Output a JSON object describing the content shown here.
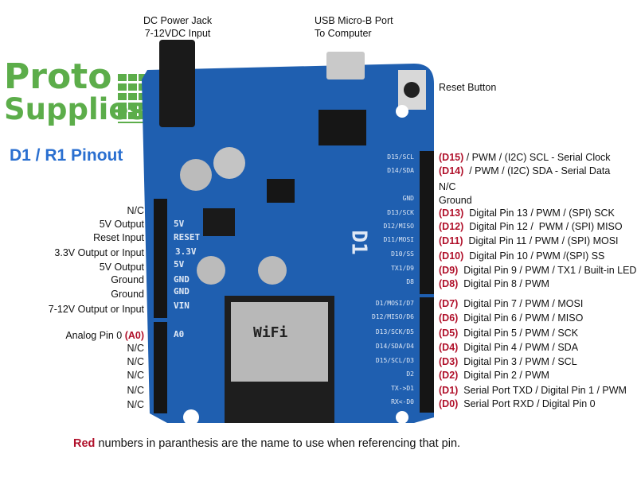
{
  "logo": {
    "line1": "Proto",
    "line2": "Supplies"
  },
  "title": "D1 / R1 Pinout",
  "callouts": {
    "power_jack": [
      "DC Power Jack",
      "7-12VDC Input"
    ],
    "usb": [
      "USB Micro-B Port",
      "To Computer"
    ],
    "reset": "Reset Button"
  },
  "left_pins": [
    {
      "desc": "N/C"
    },
    {
      "desc": "5V Output"
    },
    {
      "desc": "Reset Input"
    },
    {
      "desc": "3.3V Output or Input"
    },
    {
      "desc": "5V Output"
    },
    {
      "desc": "Ground"
    },
    {
      "desc": "Ground"
    },
    {
      "desc": "7-12V Output or Input"
    },
    {
      "desc": "Analog Pin 0",
      "name": "(A0)"
    },
    {
      "desc": "N/C"
    },
    {
      "desc": "N/C"
    },
    {
      "desc": "N/C"
    },
    {
      "desc": "N/C"
    },
    {
      "desc": "N/C"
    }
  ],
  "right_pins": [
    {
      "name": "(D15)",
      "desc": " / PWM / (I2C) SCL - Serial Clock"
    },
    {
      "name": "(D14)",
      "desc": "  / PWM / (I2C) SDA - Serial Data"
    },
    {
      "name": "",
      "desc": "N/C"
    },
    {
      "name": "",
      "desc": "Ground"
    },
    {
      "name": "(D13)",
      "desc": "  Digital Pin 13 / PWM / (SPI) SCK"
    },
    {
      "name": "(D12)",
      "desc": "  Digital Pin 12 /  PWM / (SPI) MISO"
    },
    {
      "name": "(D11)",
      "desc": "  Digital Pin 11 / PWM / (SPI) MOSI"
    },
    {
      "name": "(D10)",
      "desc": "  Digital Pin 10 / PWM /(SPI) SS"
    },
    {
      "name": "(D9)",
      "desc": "  Digital Pin 9 / PWM / TX1 / Built-in LED"
    },
    {
      "name": "(D8)",
      "desc": "  Digital Pin 8 / PWM"
    },
    {
      "name": "(D7)",
      "desc": "  Digital Pin 7 / PWM / MOSI"
    },
    {
      "name": "(D6)",
      "desc": "  Digital Pin 6 / PWM / MISO"
    },
    {
      "name": "(D5)",
      "desc": "  Digital Pin 5 / PWM / SCK"
    },
    {
      "name": "(D4)",
      "desc": "  Digital Pin 4 / PWM / SDA"
    },
    {
      "name": "(D3)",
      "desc": "  Digital Pin 3 / PWM / SCL"
    },
    {
      "name": "(D2)",
      "desc": "  Digital Pin 2 / PWM"
    },
    {
      "name": "(D1)",
      "desc": "  Serial Port TXD / Digital Pin 1 / PWM"
    },
    {
      "name": "(D0)",
      "desc": "  Serial Port RXD / Digital Pin 0"
    }
  ],
  "board": {
    "left_silk": [
      "5V",
      "RESET",
      "3.3V",
      "5V",
      "GND",
      "GND",
      "VIN",
      "A0"
    ],
    "right_silk": [
      "D15/SCL",
      "D14/SDA",
      "GND",
      "D13/SCK",
      "D12/MISO",
      "D11/MOSI",
      "D10/SS",
      "TX1/D9",
      "D8",
      "D1/MOSI/D7",
      "D12/MISO/D6",
      "D13/SCK/D5",
      "D14/SDA/D4",
      "D15/SCL/D3",
      "D2",
      "TX->D1",
      "RX<-D0"
    ],
    "board_name": "D1",
    "module": "WiFi",
    "colors": {
      "pcb": "#1f5fb0",
      "header": "#151515",
      "accent": "#b0102a",
      "logo": "#5cad4a",
      "title": "#2a6fd0"
    }
  },
  "footer": {
    "red_word": "Red",
    "rest": " numbers in paranthesis are the name to use when referencing that pin."
  }
}
